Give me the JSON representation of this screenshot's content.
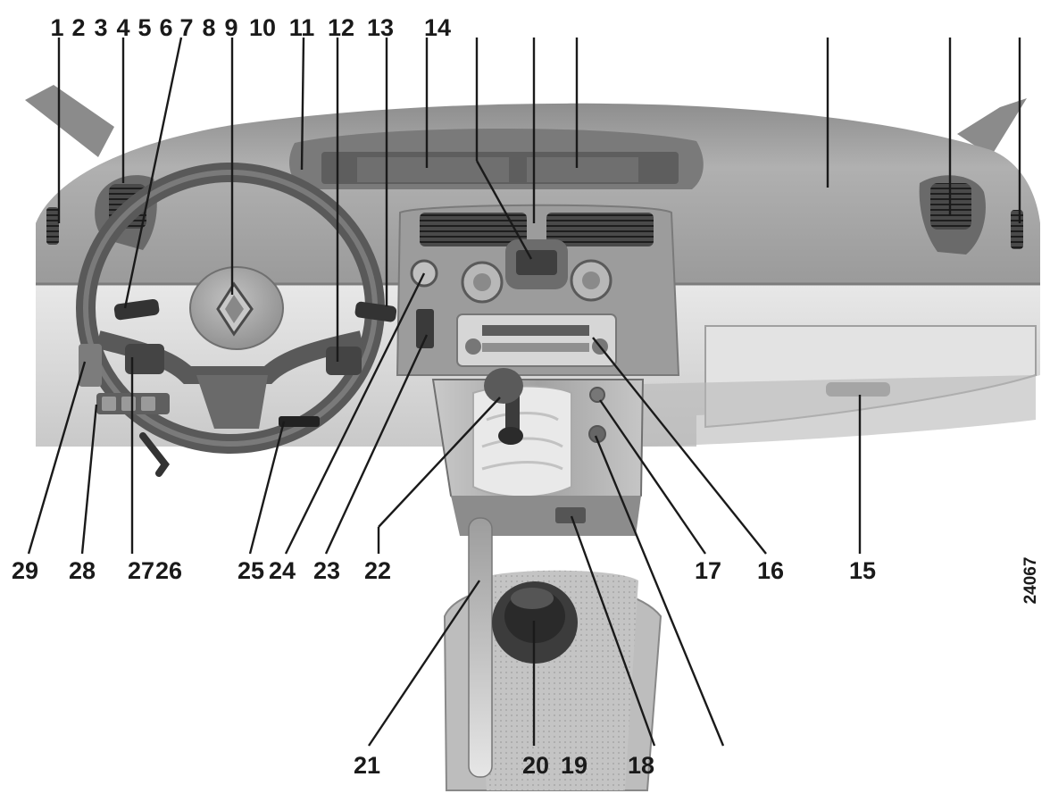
{
  "top_labels": [
    "1",
    "2",
    "3",
    "4",
    "5",
    "6",
    "7",
    "8",
    "9",
    "10",
    "11",
    "12",
    "13",
    "14"
  ],
  "bottom_row_labels": [
    "29",
    "28",
    "27",
    "26",
    "25",
    "24",
    "23",
    "22",
    "17",
    "16",
    "15"
  ],
  "lower_labels": [
    "21",
    "20",
    "19",
    "18"
  ],
  "reference_code": "24067",
  "colors": {
    "label": "#1a1a1a",
    "dashboard": "#a7a7a7",
    "dashboard_dark": "#6e6e6e",
    "trim_light": "#dcdcdc",
    "background": "#ffffff"
  },
  "icons": [
    "renault-logo-icon",
    "gear-shift-icon",
    "air-vent-icon",
    "cup-holder-icon"
  ]
}
